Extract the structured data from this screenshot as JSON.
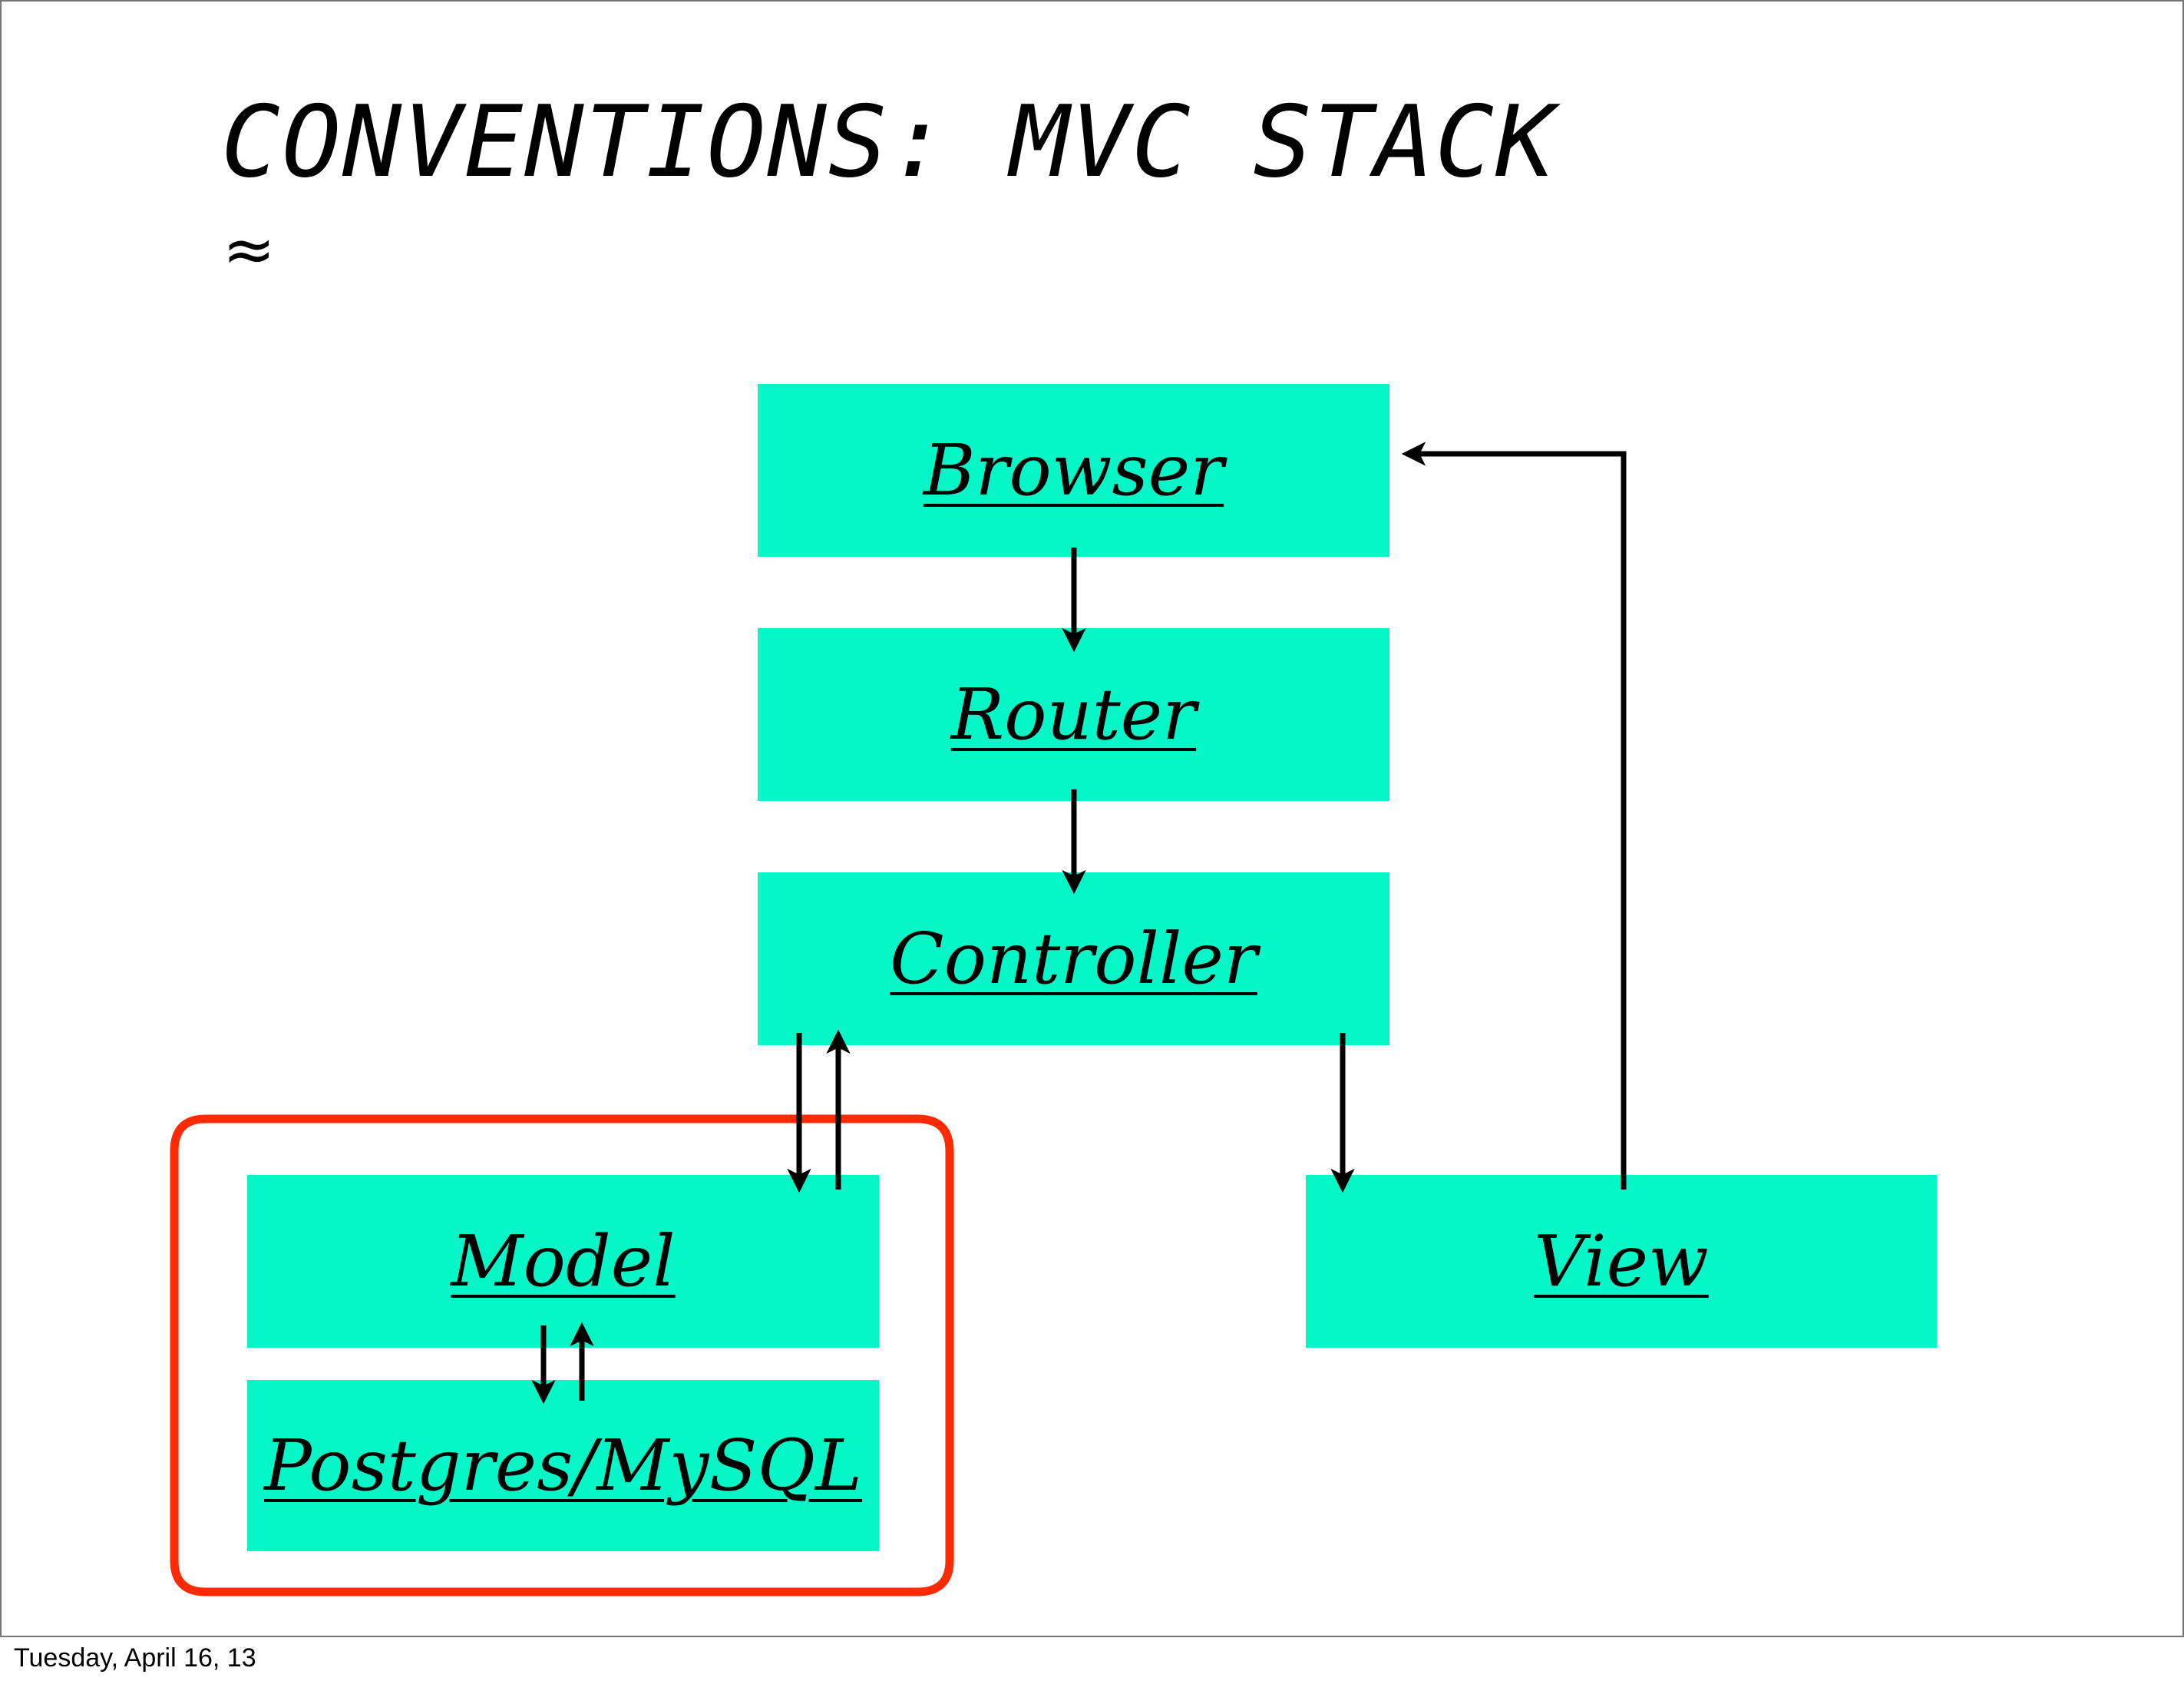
{
  "slide": {
    "title": "CONVENTIONS: MVC STACK",
    "subtitle": "≈",
    "footer": "Tuesday, April 16, 13"
  },
  "diagram": {
    "nodes": [
      {
        "id": "browser",
        "label": "Browser"
      },
      {
        "id": "router",
        "label": "Router"
      },
      {
        "id": "controller",
        "label": "Controller"
      },
      {
        "id": "model",
        "label": "Model"
      },
      {
        "id": "database",
        "label": "Postgres/MySQL"
      },
      {
        "id": "view",
        "label": "View"
      }
    ],
    "edges": [
      {
        "from": "browser",
        "to": "router"
      },
      {
        "from": "router",
        "to": "controller"
      },
      {
        "from": "controller",
        "to": "model"
      },
      {
        "from": "model",
        "to": "controller"
      },
      {
        "from": "controller",
        "to": "view"
      },
      {
        "from": "view",
        "to": "browser"
      },
      {
        "from": "model",
        "to": "database"
      },
      {
        "from": "database",
        "to": "model"
      }
    ],
    "highlight": {
      "encloses": [
        "model",
        "database"
      ],
      "color": "#ff2a00"
    },
    "node_color": "#05f7c8"
  }
}
